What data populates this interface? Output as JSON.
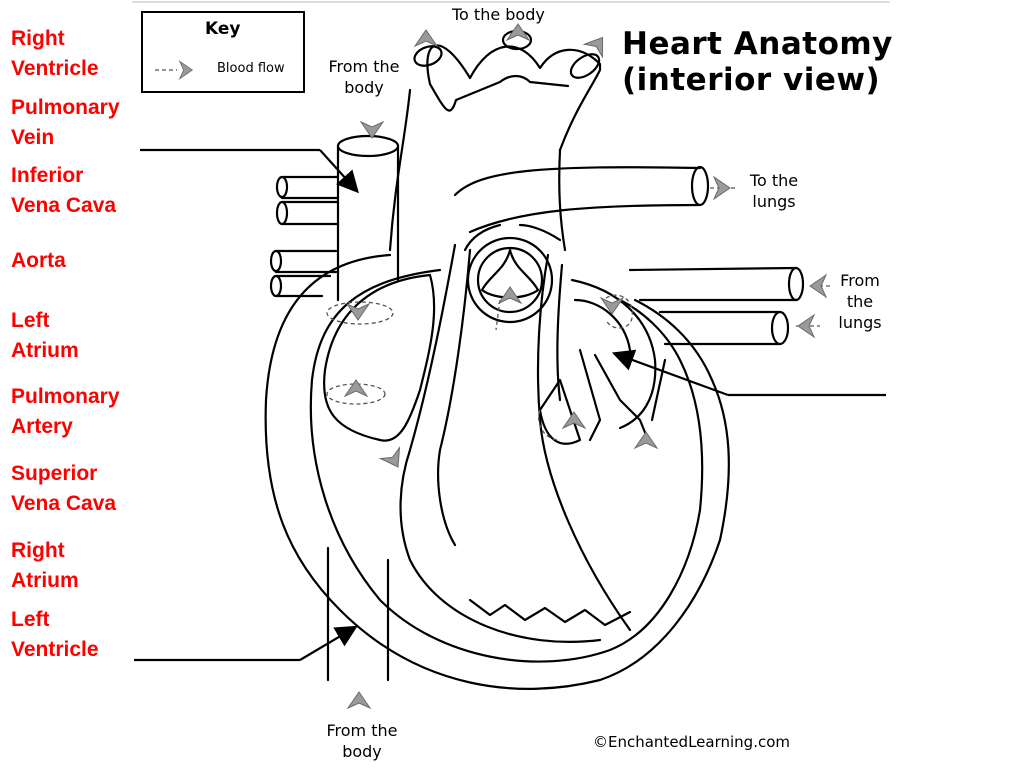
{
  "terms": [
    {
      "line1": "Right",
      "line2": "Ventricle"
    },
    {
      "line1": "Pulmonary",
      "line2": "Vein"
    },
    {
      "line1": "Inferior",
      "line2": "Vena Cava"
    },
    {
      "line1": "Aorta",
      "line2": ""
    },
    {
      "line1": "Left",
      "line2": "Atrium"
    },
    {
      "line1": "Pulmonary",
      "line2": "Artery"
    },
    {
      "line1": "Superior",
      "line2": "Vena Cava"
    },
    {
      "line1": "Right",
      "line2": "Atrium"
    },
    {
      "line1": "Left",
      "line2": "Ventricle"
    }
  ],
  "title": {
    "line1": "Heart Anatomy",
    "line2": "(interior view)"
  },
  "key": {
    "title": "Key",
    "entry": "Blood flow"
  },
  "flow_labels": {
    "to_body_top": "To the body",
    "from_body_top": {
      "line1": "From the",
      "line2": "body"
    },
    "to_lungs": {
      "line1": "To the",
      "line2": "lungs"
    },
    "from_lungs": {
      "line1": "From",
      "line2": "the",
      "line3": "lungs"
    },
    "from_body_bottom": {
      "line1": "From the",
      "line2": "body"
    }
  },
  "credit": "©EnchantedLearning.com"
}
